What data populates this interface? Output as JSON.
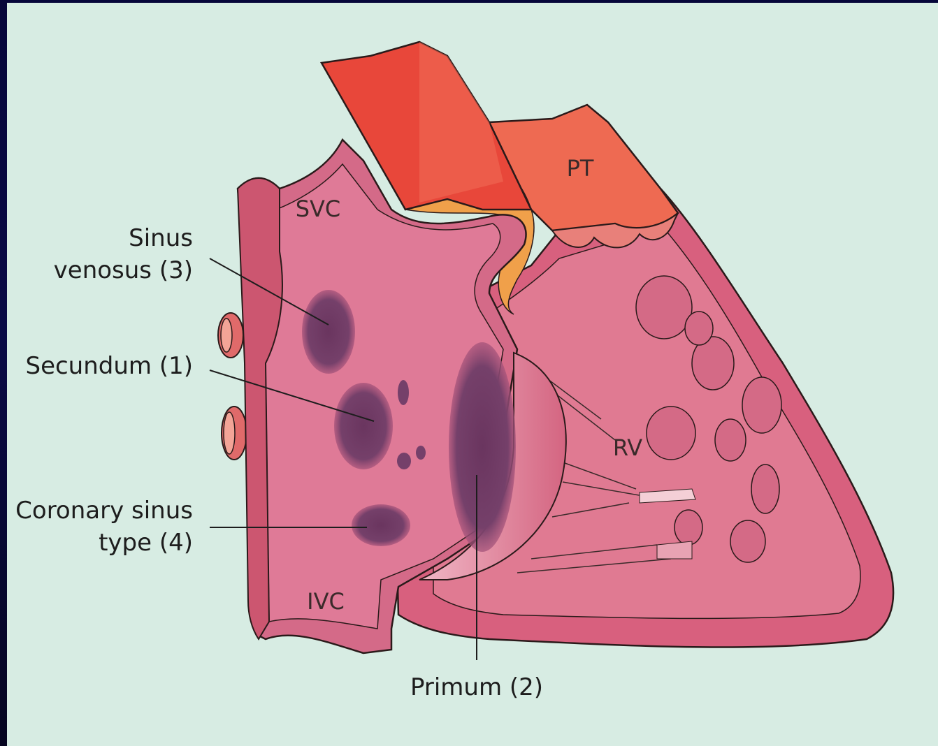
{
  "labels": {
    "sinus_venosus_line1": "Sinus",
    "sinus_venosus_line2": "venosus (3)",
    "secundum": "Secundum (1)",
    "coronary_line1": "Coronary sinus",
    "coronary_line2": "type (4)",
    "primum": "Primum (2)",
    "svc": "SVC",
    "ivc": "IVC",
    "pt": "PT",
    "rv": "RV"
  },
  "colors": {
    "background_frame": "#0a0a46",
    "panel": "#d7ece3",
    "heart_wall": "#d8607e",
    "heart_inner": "#e07a92",
    "vessel_red": "#e8473a",
    "pulmonary_trunk": "#ee6a52",
    "fat_orange": "#f0a04a",
    "defect_purple": "#6e3a66",
    "outline": "#2a1a1a"
  }
}
